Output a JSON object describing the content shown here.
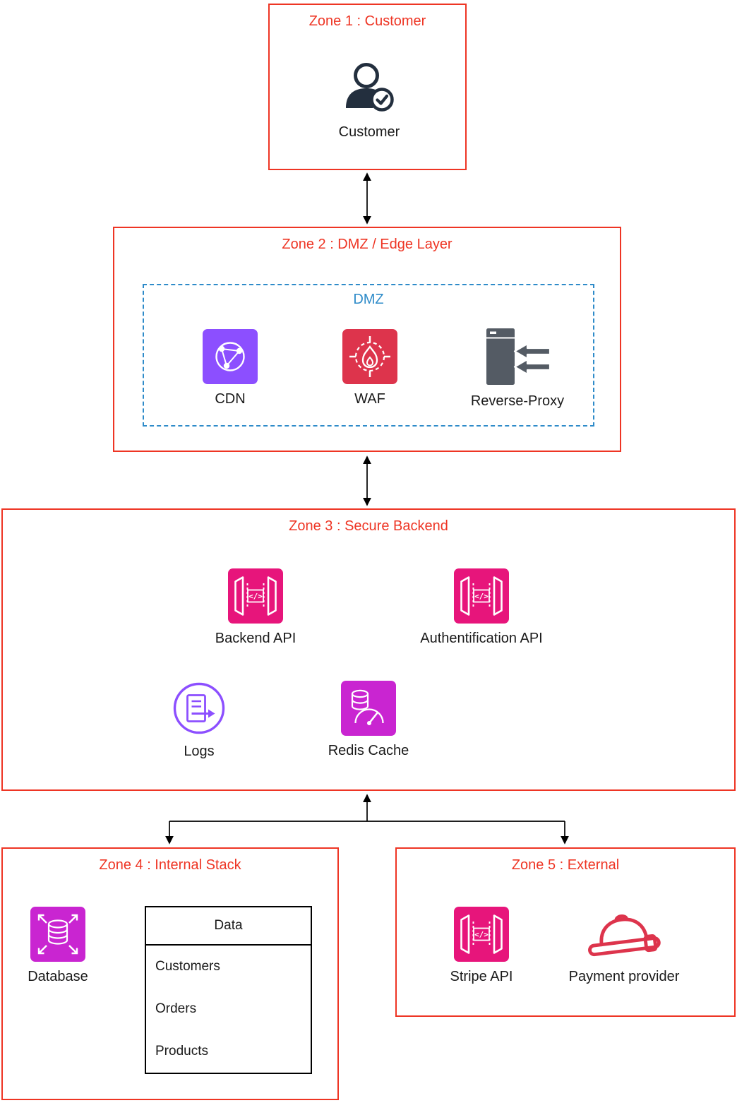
{
  "zones": {
    "zone1": {
      "title": "Zone 1 : Customer"
    },
    "zone2": {
      "title": "Zone 2 : DMZ / Edge Layer",
      "dmz": {
        "label": "DMZ"
      }
    },
    "zone3": {
      "title": "Zone 3 : Secure Backend"
    },
    "zone4": {
      "title": "Zone 4 : Internal Stack"
    },
    "zone5": {
      "title": "Zone 5 : External"
    }
  },
  "nodes": {
    "customer": {
      "label": "Customer",
      "icon": "user-check-icon"
    },
    "cdn": {
      "label": "CDN",
      "icon": "globe-network-icon"
    },
    "waf": {
      "label": "WAF",
      "icon": "firewall-flame-icon"
    },
    "reverse_proxy": {
      "label": "Reverse-Proxy",
      "icon": "server-arrows-icon"
    },
    "backend_api": {
      "label": "Backend API",
      "icon": "api-gateway-icon"
    },
    "auth_api": {
      "label": "Authentification API",
      "icon": "api-gateway-icon"
    },
    "logs": {
      "label": "Logs",
      "icon": "log-document-icon"
    },
    "redis_cache": {
      "label": "Redis Cache",
      "icon": "cache-gauge-icon"
    },
    "database": {
      "label": "Database",
      "icon": "database-scale-icon"
    },
    "stripe_api": {
      "label": "Stripe API",
      "icon": "api-gateway-icon"
    },
    "payment_provider": {
      "label": "Payment provider",
      "icon": "hard-hat-icon"
    }
  },
  "data_table": {
    "header": "Data",
    "rows": [
      "Customers",
      "Orders",
      "Products"
    ]
  },
  "icons": {
    "api_glyph": "</>"
  },
  "colors": {
    "zone_red": "#EE3524",
    "dmz_blue": "#2E8BC9",
    "api_pink": "#E7157B",
    "cdn_purple": "#8C4FFF",
    "waf_red": "#DD344C",
    "server_gray": "#545B64",
    "logs_purple": "#8C4FFF",
    "cache_magenta": "#C925D1",
    "hat_red": "#DD344C",
    "ink_dark": "#232F3E",
    "line_black": "#000000",
    "text_black": "#1a1a1a"
  }
}
